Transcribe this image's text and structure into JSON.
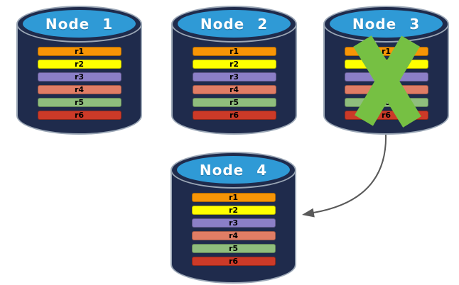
{
  "diagram": {
    "description": "Four database node cylinders; Node 3 is crossed out with a green X and a curved arrow points from Node 3 to Node 4",
    "nodes": [
      {
        "label": "Node 1",
        "failed": false,
        "rows": [
          "r1",
          "r2",
          "r3",
          "r4",
          "r5",
          "r6"
        ]
      },
      {
        "label": "Node 2",
        "failed": false,
        "rows": [
          "r1",
          "r2",
          "r3",
          "r4",
          "r5",
          "r6"
        ]
      },
      {
        "label": "Node 3",
        "failed": true,
        "rows": [
          "r1",
          "r2",
          "r3",
          "r4",
          "r5",
          "r6"
        ]
      },
      {
        "label": "Node 4",
        "failed": false,
        "rows": [
          "r1",
          "r2",
          "r3",
          "r4",
          "r5",
          "r6"
        ]
      }
    ],
    "row_colors": {
      "r1": "#F79506",
      "r2": "#FFFF00",
      "r3": "#8B7FC7",
      "r4": "#E07D65",
      "r5": "#8FBE7D",
      "r6": "#CC3A28"
    },
    "colors": {
      "background": "#FFFFFF",
      "cylinder_body": "#1F2B4C",
      "cylinder_cap": "#2F9AD6",
      "cylinder_outline": "#9BA7B6",
      "node_label_text": "#FFFFFF",
      "row_label_text": "#000000",
      "x_mark": "#76C043",
      "arrow": "#595959"
    },
    "icons": {
      "x_mark": "x-cross-icon (failure mark over Node 3)",
      "arrow": "curved-arrow-icon (from Node 3 to Node 4)"
    }
  }
}
